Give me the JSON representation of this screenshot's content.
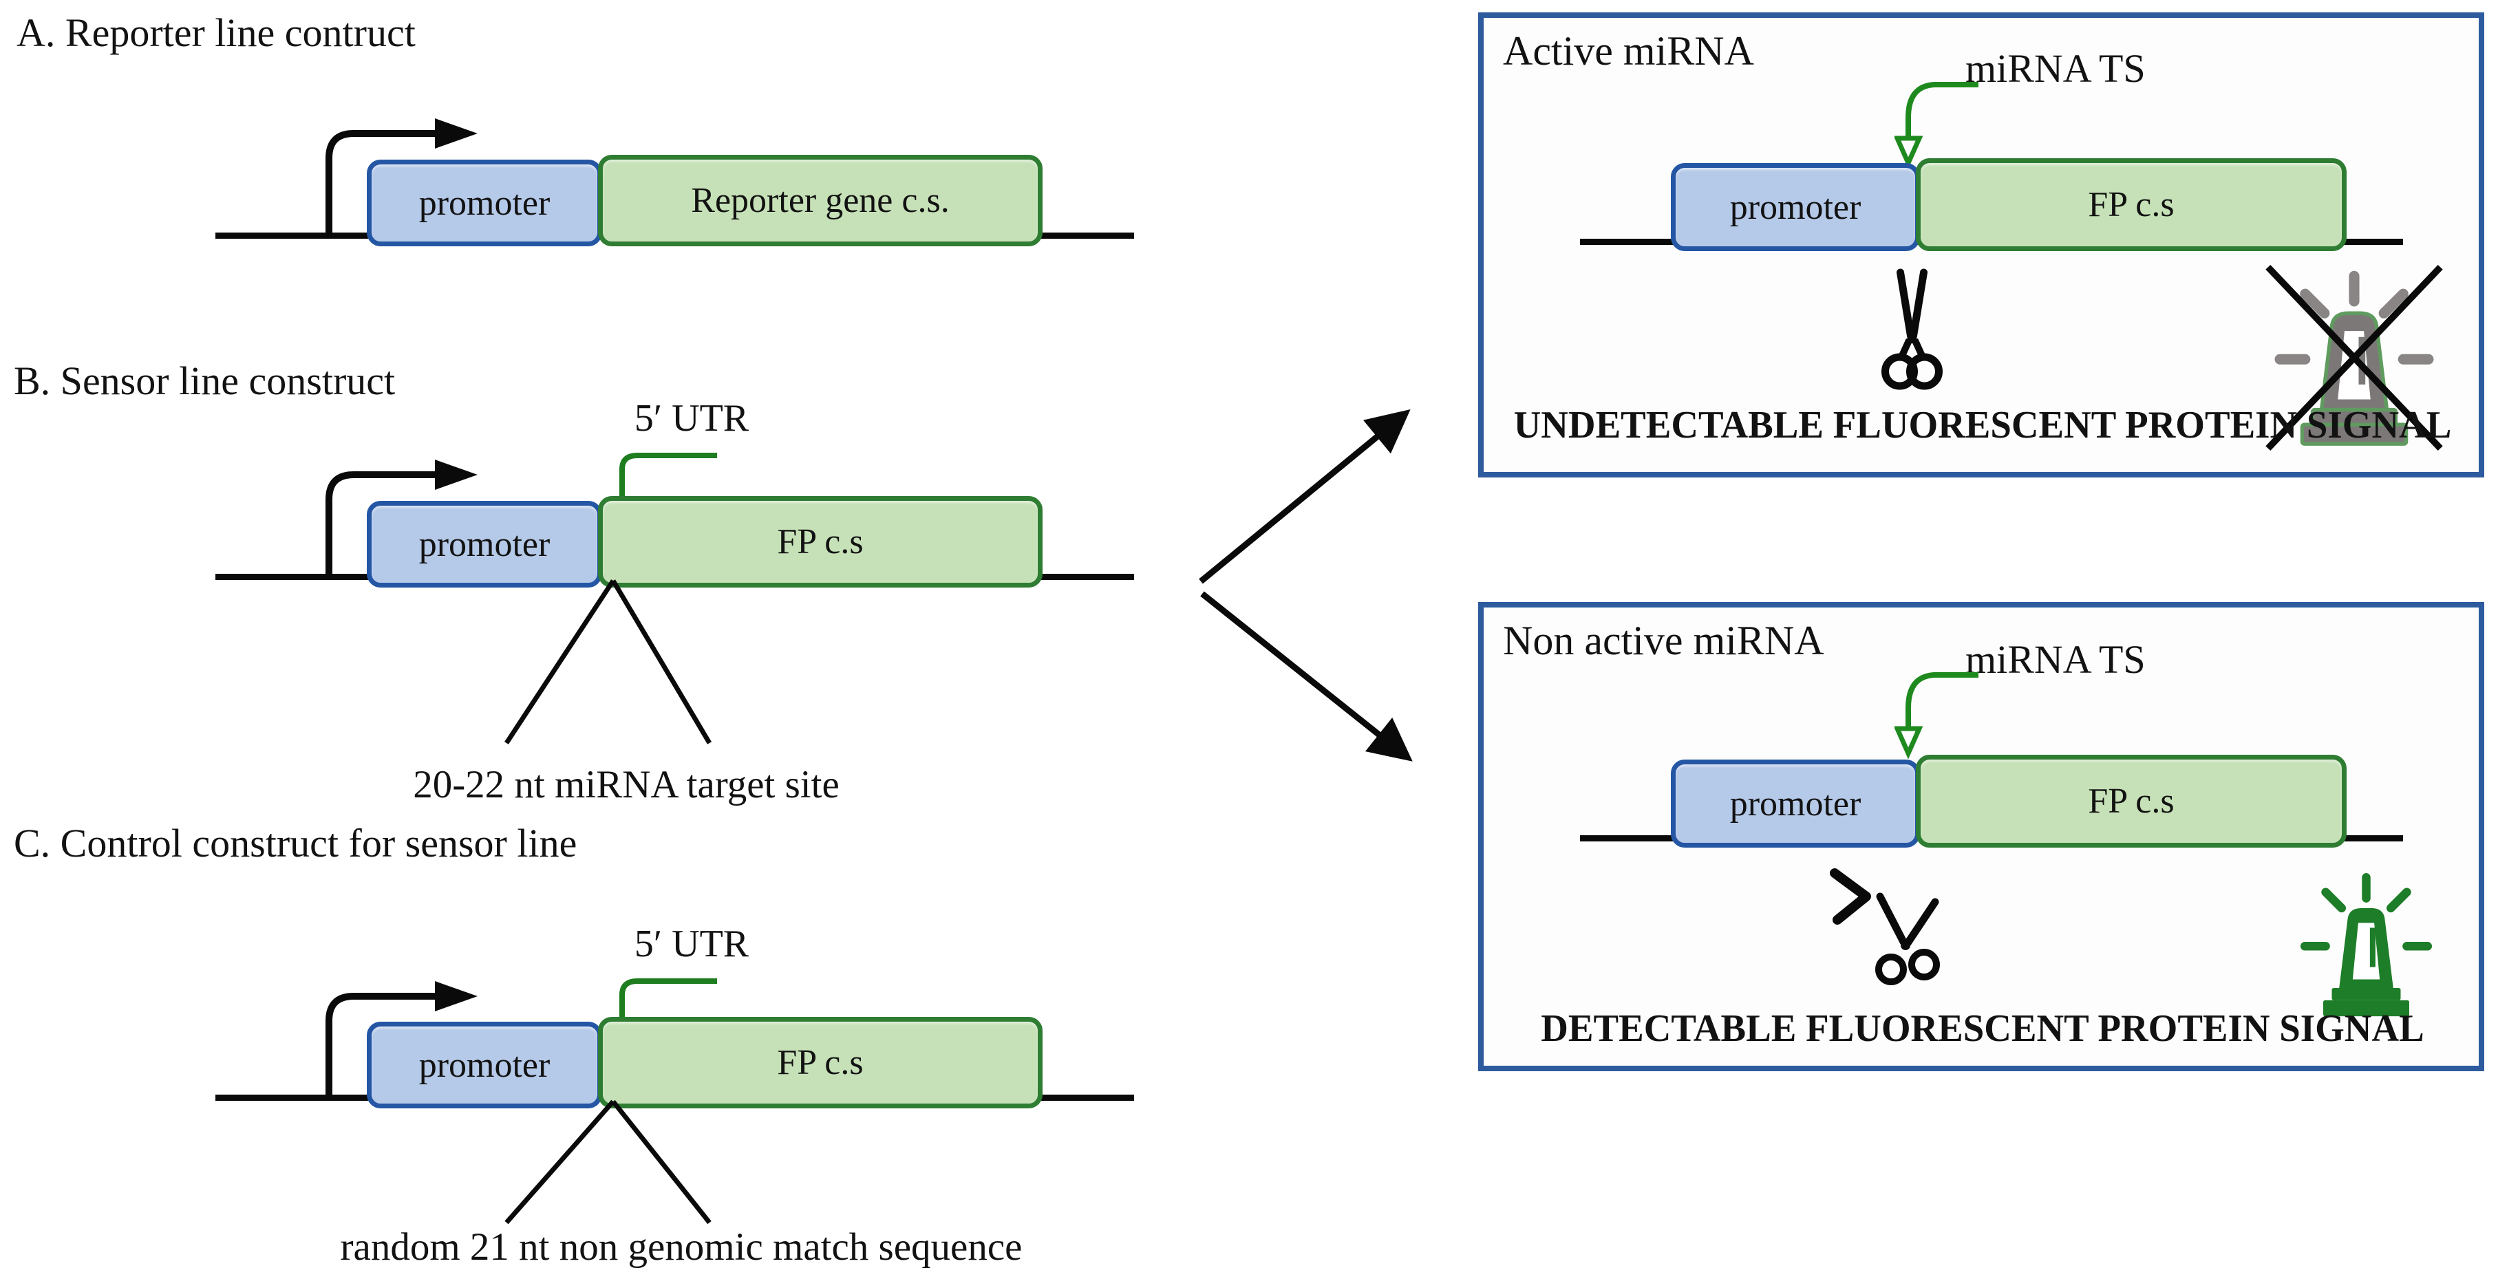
{
  "colors": {
    "promoter_fill": "#b5c9e8",
    "promoter_border": "#2456a4",
    "gene_fill": "#c6e1b7",
    "gene_border": "#2e7d32",
    "panel_border": "#2d5b9e",
    "utr_line_green": "#1e7d1e",
    "mirna_arrow_green": "#1e8a1e",
    "lamp_gray": "#7d7878",
    "lamp_gray_outline": "#5f9b5f",
    "lamp_green": "#1e7d28",
    "line_black": "#0a0a0a"
  },
  "sections": {
    "a": {
      "title": "A. Reporter line contruct",
      "promoter": "promoter",
      "gene": "Reporter gene c.s."
    },
    "b": {
      "title": "B. Sensor line construct",
      "utr": "5′ UTR",
      "promoter": "promoter",
      "gene": "FP c.s",
      "callout": "20-22 nt miRNA target site"
    },
    "c": {
      "title": "C. Control construct for sensor line",
      "utr": "5′ UTR",
      "promoter": "promoter",
      "gene": "FP c.s",
      "callout": "random 21 nt non genomic match sequence"
    }
  },
  "panels": {
    "active": {
      "title": "Active miRNA",
      "ts": "miRNA TS",
      "promoter": "promoter",
      "gene": "FP c.s",
      "result": "UNDETECTABLE FLUORESCENT PROTEIN SIGNAL"
    },
    "non_active": {
      "title": "Non active miRNA",
      "ts": "miRNA TS",
      "promoter": "promoter",
      "gene": "FP c.s",
      "result": "DETECTABLE FLUORESCENT PROTEIN SIGNAL"
    }
  }
}
